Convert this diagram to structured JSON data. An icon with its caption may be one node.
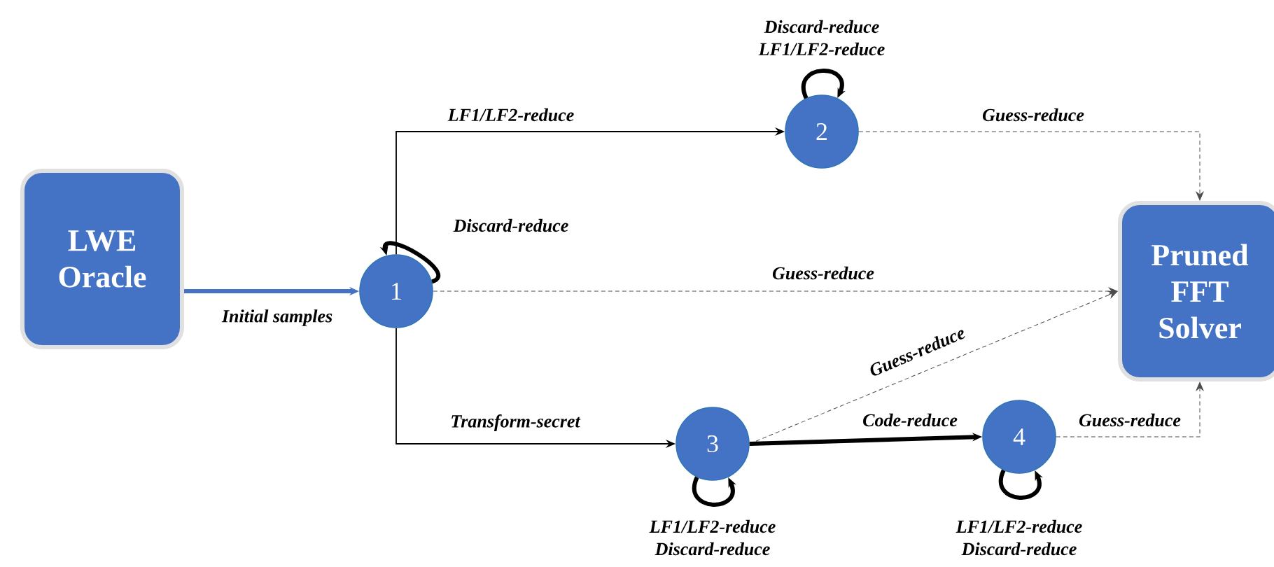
{
  "diagram": {
    "nodes": [
      {
        "text": [
          "LWE Oracle"
        ]
      },
      {
        "text": [
          "1"
        ]
      },
      {
        "text": [
          "2"
        ]
      },
      {
        "text": [
          "3"
        ]
      },
      {
        "text": [
          "4"
        ]
      },
      {
        "text": [
          "Pruned FFT Solver"
        ]
      }
    ],
    "edges": [
      {
        "from": 0,
        "to": 1,
        "arrow": "to",
        "label": "Initial samples",
        "style": "thick",
        "color": "#4472c4"
      },
      {
        "from": 1,
        "to": 1,
        "arrow": "to",
        "label": "Discard-reduce",
        "style": "thick"
      },
      {
        "from": 1,
        "to": 2,
        "arrow": "to",
        "label": "LF1/LF2-reduce"
      },
      {
        "from": 2,
        "to": 2,
        "arrow": "to",
        "label": "Discard-reduce LF1/LF2-reduce",
        "style": "thick"
      },
      {
        "from": 2,
        "to": 5,
        "arrow": "to",
        "label": "Guess-reduce",
        "style": "dashed"
      },
      {
        "from": 1,
        "to": 5,
        "arrow": "to",
        "label": "Guess-reduce",
        "style": "dashed"
      },
      {
        "from": 1,
        "to": 3,
        "arrow": "to",
        "label": "Transform-secret"
      },
      {
        "from": 3,
        "to": 5,
        "arrow": "to",
        "label": "Guess-reduce",
        "style": "dashed"
      },
      {
        "from": 3,
        "to": 3,
        "arrow": "to",
        "label": "LF1/LF2-reduce Discard-reduce",
        "style": "thick"
      },
      {
        "from": 3,
        "to": 4,
        "arrow": "to",
        "label": "Code-reduce",
        "style": "thick"
      },
      {
        "from": 4,
        "to": 4,
        "arrow": "to",
        "label": "LF1/LF2-reduce Discard-reduce",
        "style": "thick"
      },
      {
        "from": 4,
        "to": 5,
        "arrow": "to",
        "label": "Guess-reduce",
        "style": "dashed"
      }
    ]
  }
}
